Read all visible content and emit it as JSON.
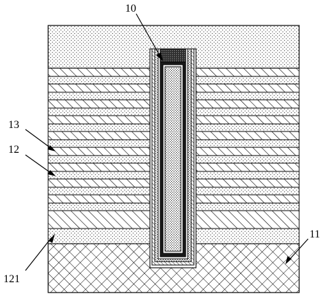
{
  "labels": {
    "channel_structure": "10",
    "substrate": "11",
    "stack_layer_a": "12",
    "stack_layer_b": "13",
    "bottom_layer": "121"
  },
  "colors": {
    "line": "#000000",
    "background": "#ffffff",
    "plug": "#333333"
  },
  "patterns": {
    "top_cap": "dots",
    "stack_layer_a": "diagonal-hatch",
    "stack_layer_b": "dots",
    "bottom_layer": "dots",
    "substrate": "cross-hatch",
    "channel_core": "dots",
    "channel_liner": "hatch"
  },
  "stack": {
    "pair_count": 10
  }
}
